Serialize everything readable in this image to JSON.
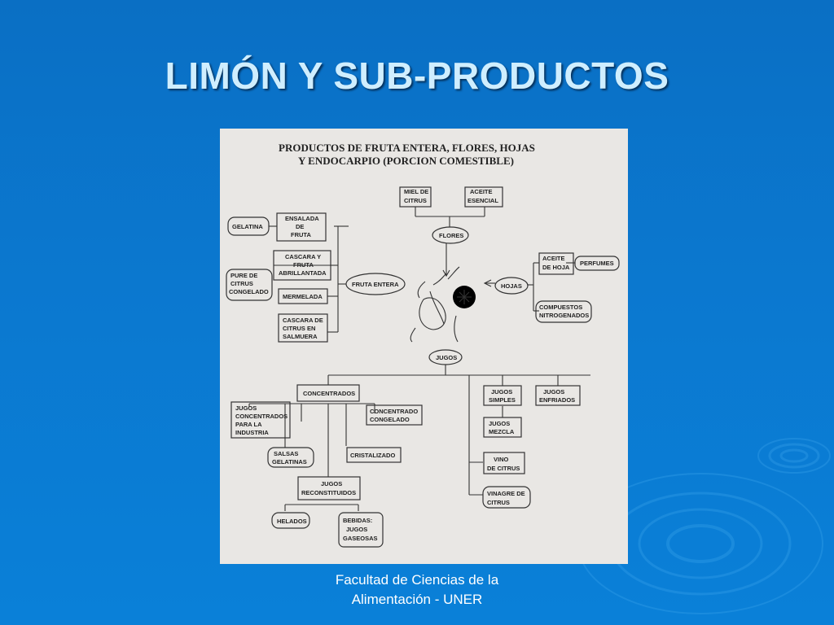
{
  "slide": {
    "title": "LIMÓN Y SUB-PRODUCTOS",
    "footer_line1": "Facultad de Ciencias de la",
    "footer_line2": "Alimentación - UNER"
  },
  "colors": {
    "background": "#0b78cf",
    "title": "#cfeeff",
    "panel": "#e9e7e4"
  },
  "diagram": {
    "heading_line1": "PRODUCTOS DE FRUTA ENTERA, FLORES, HOJAS",
    "heading_line2": "Y ENDOCARPIO (PORCION COMESTIBLE)",
    "nodes": {
      "miel": [
        "MIEL DE",
        "CITRUS"
      ],
      "aceite_esencial": [
        "ACEITE",
        "ESENCIAL"
      ],
      "flores": [
        "FLORES"
      ],
      "gelatina": [
        "GELATINA"
      ],
      "ensalada": [
        "ENSALADA",
        "DE",
        "FRUTA"
      ],
      "cascara_abrillantada": [
        "CASCARA Y",
        "FRUTA",
        "ABRILLANTADA"
      ],
      "pure": [
        "PURE DE",
        "CITRUS",
        "CONGELADO"
      ],
      "fruta_entera": [
        "FRUTA ENTERA"
      ],
      "mermelada": [
        "MERMELADA"
      ],
      "cascara_salmuera": [
        "CASCARA DE",
        "CITRUS   EN",
        "SALMUERA"
      ],
      "aceite_hoja": [
        "ACEITE",
        "DE HOJA"
      ],
      "perfumes": [
        "PERFUMES"
      ],
      "hojas": [
        "HOJAS"
      ],
      "compuestos": [
        "COMPUESTOS",
        "NITROGENADOS"
      ],
      "jugos": [
        "JUGOS"
      ],
      "concentrados": [
        "CONCENTRADOS"
      ],
      "jugos_industria": [
        "JUGOS",
        "CONCENTRADOS",
        "PARA LA",
        "INDUSTRIA"
      ],
      "concentrado_congelado": [
        "CONCENTRADO",
        "CONGELADO"
      ],
      "salsas": [
        "SALSAS",
        "GELATINAS"
      ],
      "cristalizado": [
        "CRISTALIZADO"
      ],
      "jugos_reconstituidos": [
        "JUGOS",
        "RECONSTITUIDOS"
      ],
      "helados": [
        "HELADOS"
      ],
      "bebidas": [
        "BEBIDAS:",
        "JUGOS",
        "GASEOSAS"
      ],
      "jugos_simples": [
        "JUGOS",
        "SIMPLES"
      ],
      "jugos_enfriados": [
        "JUGOS",
        "ENFRIADOS"
      ],
      "jugos_mezcla": [
        "JUGOS",
        "MEZCLA"
      ],
      "vino": [
        "VINO",
        "DE CITRUS"
      ],
      "vinagre": [
        "VINAGRE DE",
        "CITRUS"
      ]
    }
  }
}
